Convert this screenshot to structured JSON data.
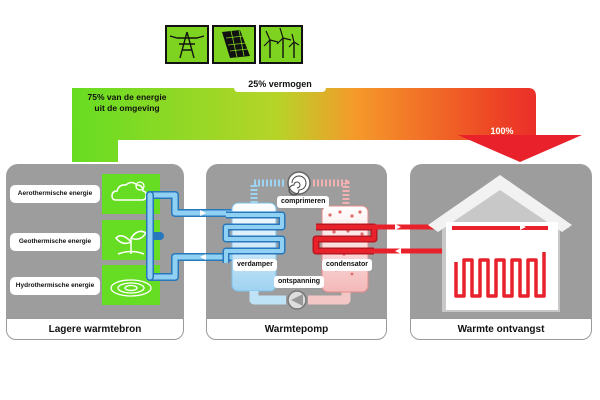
{
  "labels": {
    "percent_env": "75% van de energie uit de omgeving",
    "percent_power": "25% vermogen",
    "percent_total": "100%"
  },
  "panels": {
    "source_title": "Lagere warmtebron",
    "pump_title": "Warmtepomp",
    "sink_title": "Warmte ontvangst"
  },
  "energy_sources": [
    {
      "label": "Aerothermische energie",
      "icon": "cloud-sun-icon"
    },
    {
      "label": "Geothermische energie",
      "icon": "sprout-icon"
    },
    {
      "label": "Hydrothermische energie",
      "icon": "water-swirl-icon"
    }
  ],
  "pump_parts": {
    "compressor": "comprimeren",
    "evaporator": "verdamper",
    "condenser": "condensator",
    "expansion": "ontspanning"
  },
  "power_icons": [
    "power-pylon-icon",
    "solar-panel-icon",
    "wind-turbine-icon"
  ],
  "colors": {
    "green": "#66dd22",
    "orange": "#f59a2a",
    "red": "#e8212b",
    "panel_gray": "#9d9d9d",
    "cold_blue": "#62b8e8",
    "hot_red": "#e02028"
  }
}
